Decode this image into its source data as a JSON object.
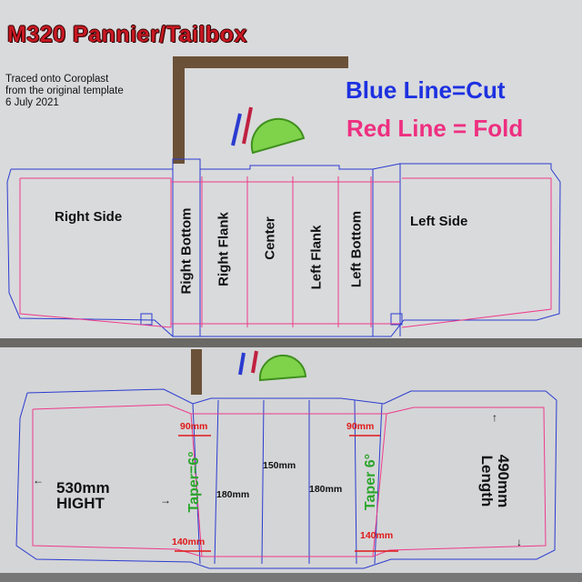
{
  "title": "M320 Pannier/Tailbox",
  "subtitle": [
    "Traced onto Coroplast",
    "from the original template",
    "6 July 2021"
  ],
  "legend": {
    "cut": "Blue Line=Cut",
    "fold": "Red Line = Fold"
  },
  "top_panels": {
    "right_side": "Right Side",
    "right_bottom": "Right Bottom",
    "right_flank": "Right Flank",
    "center": "Center",
    "left_flank": "Left Flank",
    "left_bottom": "Left Bottom",
    "left_side": "Left Side"
  },
  "dimensions": {
    "top_left_width": "90mm",
    "top_right_width": "90mm",
    "bottom_left_width": "140mm",
    "bottom_right_width": "140mm",
    "center_width": "150mm",
    "flank_left_width": "180mm",
    "flank_right_width": "180mm",
    "taper_left": "Taper=6°",
    "taper_right": "Taper 6°",
    "height_line1": "530mm",
    "height_line2": "HIGHT",
    "length_line1": "490mm",
    "length_line2": "Length"
  },
  "colors": {
    "cut_line": "#2a3bd0",
    "fold_line": "#ee3a8a",
    "title": "#c81822",
    "taper": "#2aa52a"
  }
}
